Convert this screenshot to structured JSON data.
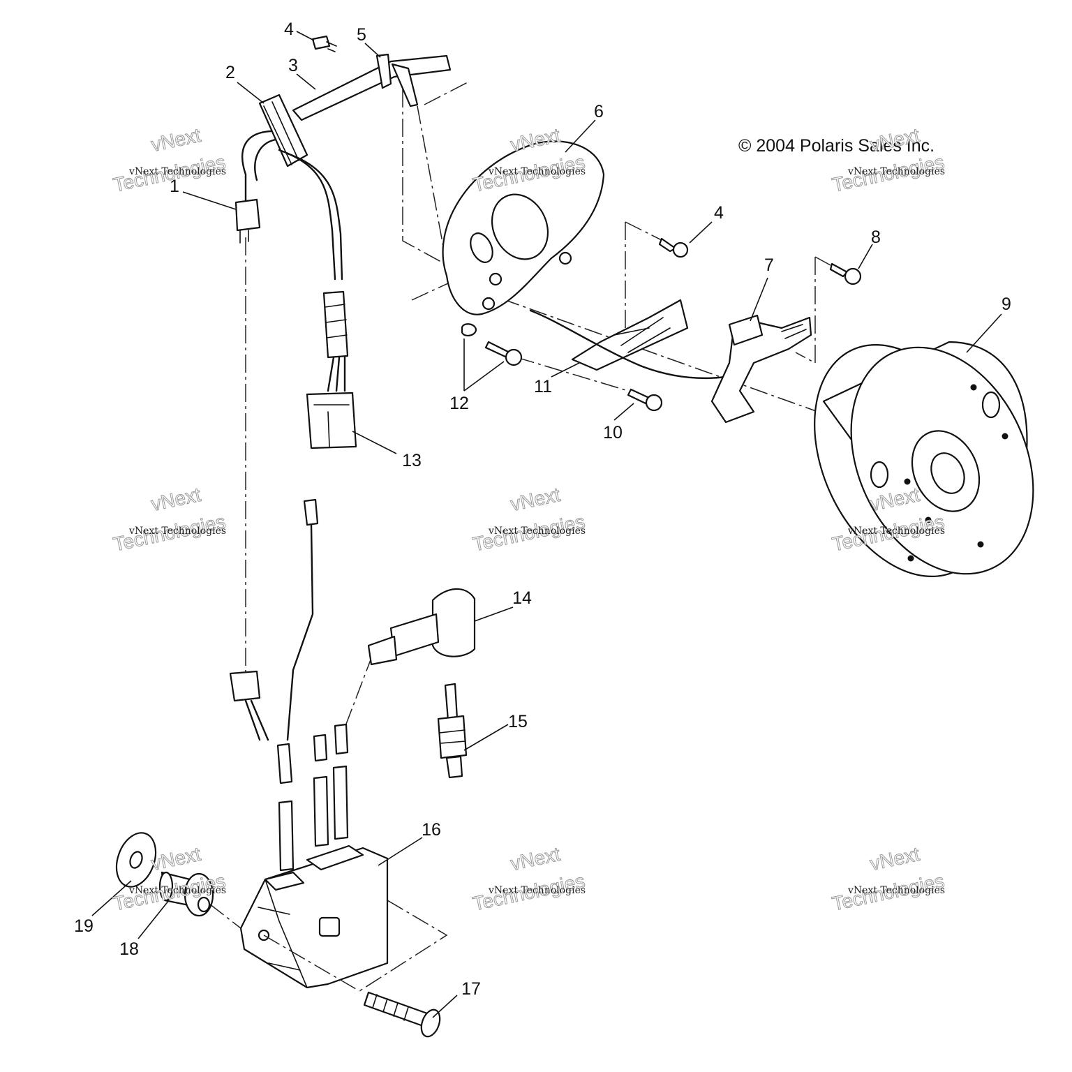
{
  "copyright": "© 2004 Polaris Sales Inc.",
  "watermark": {
    "line1": "vNext Technologies",
    "line2": "vNext",
    "line3": "Technologies"
  },
  "callouts": [
    "1",
    "2",
    "3",
    "4",
    "5",
    "6",
    "4",
    "8",
    "7",
    "9",
    "12",
    "11",
    "10",
    "13",
    "14",
    "15",
    "16",
    "19",
    "18",
    "17"
  ]
}
